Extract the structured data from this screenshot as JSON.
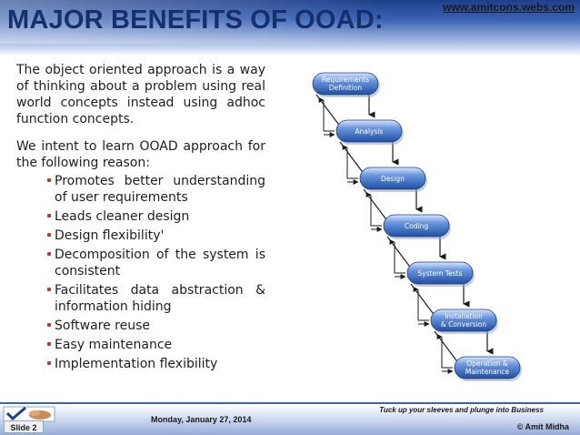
{
  "slide": {
    "title": "MAJOR BENEFITS OF OOAD:",
    "site_url": "www.amitcons.webs.com",
    "intro": "The object oriented approach is a way of thinking about a problem using real world concepts instead using adhoc function concepts.",
    "reason_intro": "We intent to learn OOAD approach for the following reason:",
    "bullets": [
      "Promotes better understanding of user requirements",
      "Leads cleaner design",
      "Design flexibility'",
      "Decomposition of the system is consistent",
      "Facilitates data abstraction & information hiding",
      "Software reuse",
      "Easy maintenance",
      "Implementation flexibility"
    ]
  },
  "diagram": {
    "stages": [
      [
        "Requirements",
        "Definition"
      ],
      [
        "Analysis"
      ],
      [
        "Design"
      ],
      [
        "Coding"
      ],
      [
        "System Tests"
      ],
      [
        "Installation",
        "& Conversion"
      ],
      [
        "Operation &",
        "Maintenance"
      ]
    ]
  },
  "footer": {
    "tagline": "Tuck up your sleeves and plunge into Business",
    "date": "Monday, January 27, 2014",
    "copyright": "© Amit Midha",
    "slide_number": "Slide 2"
  },
  "colors": {
    "title": "#16306e",
    "header_blue": "#2a4f9e",
    "stage_pill": "#2e63b8",
    "bullet_dot": "#c0392b"
  }
}
